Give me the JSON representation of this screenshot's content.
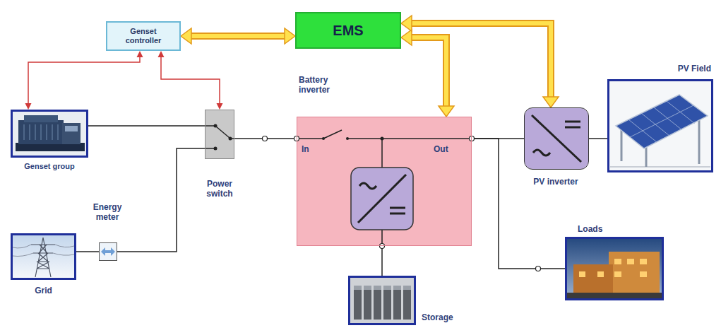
{
  "diagram": {
    "nodes": [
      {
        "text": [
          "Genset controller"
        ]
      },
      {
        "text": [
          "EMS"
        ]
      },
      {
        "text": [
          "Genset group"
        ]
      },
      {
        "text": [
          "Power switch"
        ]
      },
      {
        "text": [
          "Grid"
        ]
      },
      {
        "text": [
          "Energy meter"
        ]
      },
      {
        "text": [
          "Battery inverter",
          "In",
          "Out"
        ]
      },
      {
        "text": [
          "PV inverter"
        ]
      },
      {
        "text": [
          "PV Field"
        ]
      },
      {
        "text": [
          "Loads"
        ]
      },
      {
        "text": [
          "Storage"
        ]
      }
    ],
    "edges": [
      {
        "from": 0,
        "to": 1,
        "arrow": "both"
      },
      {
        "from": 0,
        "to": 2,
        "arrow": "both"
      },
      {
        "from": 0,
        "to": 3,
        "arrow": "both"
      },
      {
        "from": 1,
        "to": 6,
        "arrow": "both"
      },
      {
        "from": 1,
        "to": 7,
        "arrow": "both"
      },
      {
        "from": 2,
        "to": 3,
        "arrow": "none"
      },
      {
        "from": 4,
        "to": 5,
        "arrow": "none"
      },
      {
        "from": 5,
        "to": 3,
        "arrow": "none"
      },
      {
        "from": 3,
        "to": 6,
        "arrow": "none"
      },
      {
        "from": 6,
        "to": 7,
        "arrow": "none"
      },
      {
        "from": 7,
        "to": 8,
        "arrow": "none"
      },
      {
        "from": 6,
        "to": 9,
        "arrow": "none"
      },
      {
        "from": 6,
        "to": 10,
        "arrow": "none"
      }
    ]
  }
}
